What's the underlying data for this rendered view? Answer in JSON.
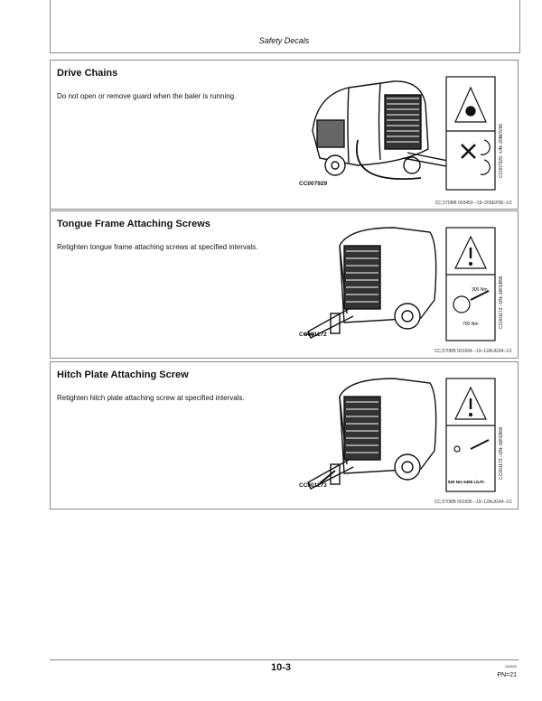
{
  "header": {
    "running_title": "Safety Decals"
  },
  "sections": [
    {
      "title": "Drive Chains",
      "text": "Do not open or remove guard when the baler is running.",
      "figure_id": "CC007929",
      "side_code": "CC007929 –UN–20NOV96",
      "ref": "CC,570RB 003450 –19–20SEP96–1/1"
    },
    {
      "title": "Tongue Frame Attaching Screws",
      "text": "Retighten tongue frame attaching screws at specified intervals.",
      "figure_id": "CC001172",
      "side_code": "CC001172 –UN–16FEB96",
      "ref": "CC,570RB 001694 –19–12AUG94–1/1",
      "decal_text_1": "300 Nm",
      "decal_text_2": "700 Nm"
    },
    {
      "title": "Hitch Plate Attaching Screw",
      "text": "Retighten hitch plate attaching screw at specified intervals.",
      "figure_id": "CC001173",
      "side_code": "CC001173 –UN–16FEB96",
      "ref": "CC,570RB 001695 –19–12AUG94–1/1",
      "decal_text_1": "520 Nm 5450 Lb.Ft."
    }
  ],
  "footer": {
    "page_number": "10-3",
    "small_code": "011101",
    "pn": "PN=21"
  }
}
